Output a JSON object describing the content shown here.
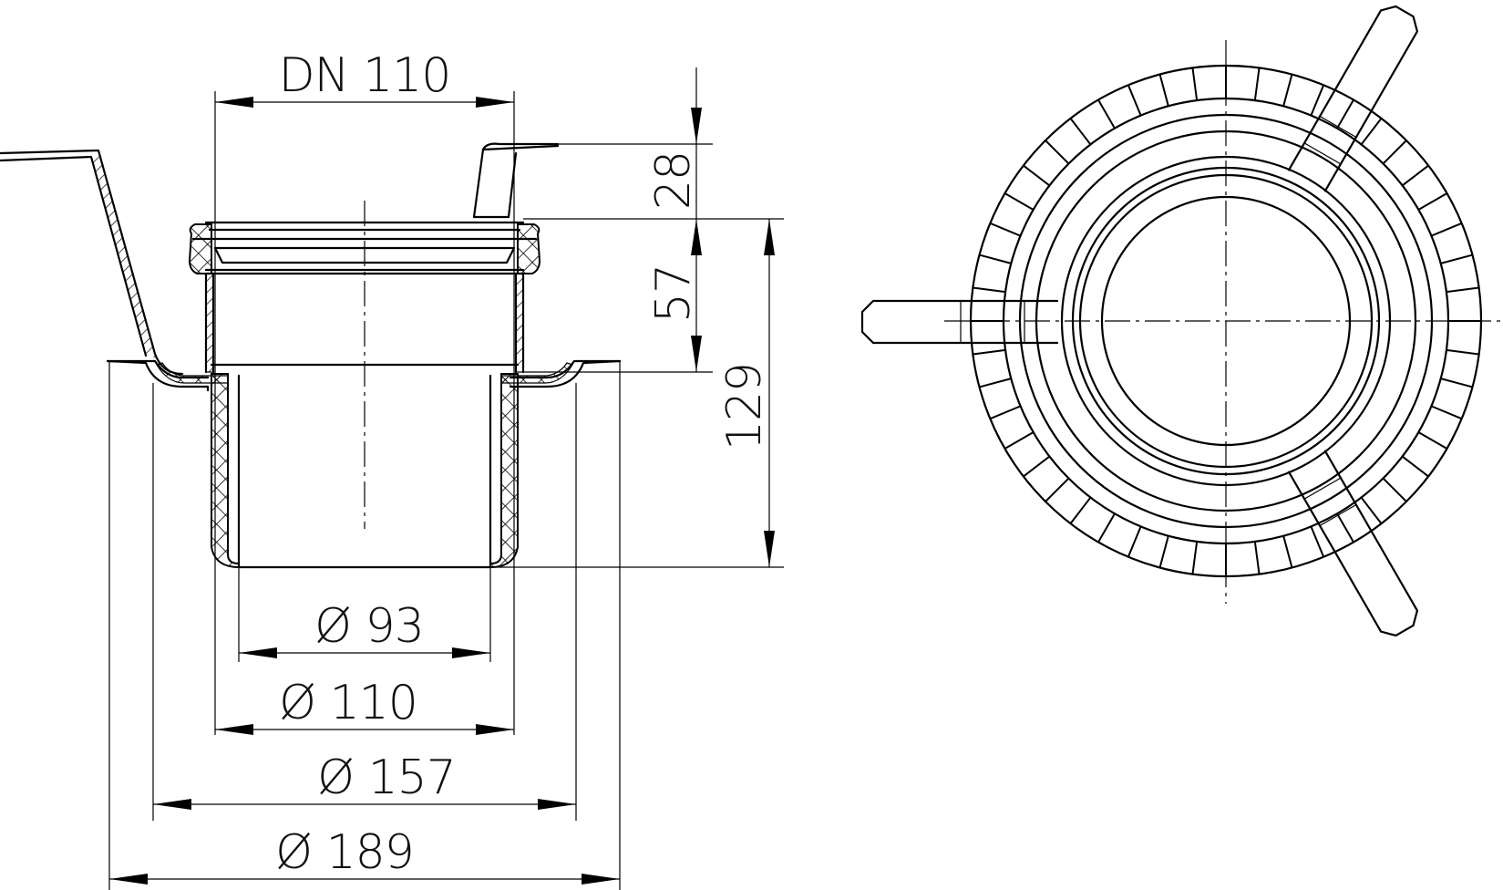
{
  "dimensions": {
    "nominal": "DN 110",
    "height_top": "28",
    "height_mid": "57",
    "height_total": "129",
    "dia_inner": "Ø 93",
    "dia_pipe": "Ø 110",
    "dia_flange": "Ø 157",
    "dia_outer": "Ø 189"
  },
  "colors": {
    "line": "#000000",
    "background": "#ffffff"
  }
}
